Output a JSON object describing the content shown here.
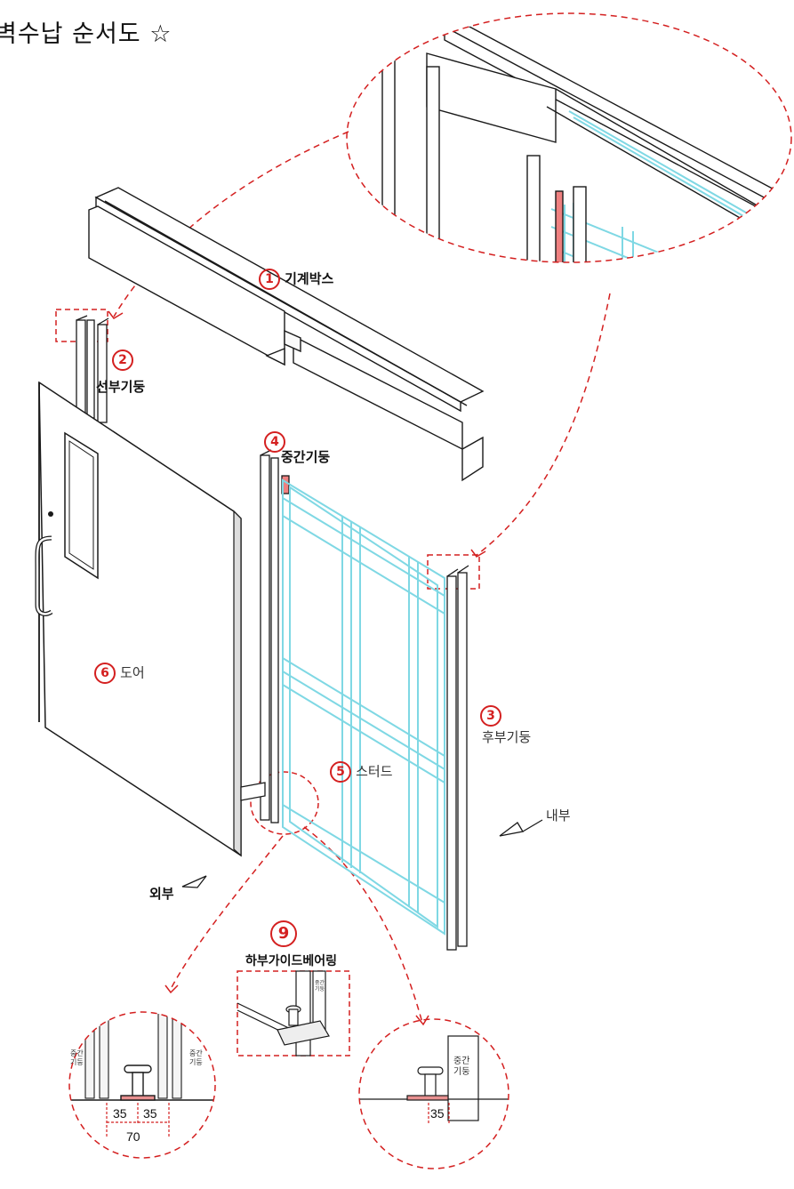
{
  "title": "벽수납 순서도 ☆",
  "parts": {
    "p1": {
      "num": "1",
      "name": "기계박스"
    },
    "p2": {
      "num": "2",
      "name": "선부기둥"
    },
    "p3": {
      "num": "3",
      "name": "후부기둥"
    },
    "p4": {
      "num": "4",
      "name": "중간기둥"
    },
    "p5": {
      "num": "5",
      "name": "스터드"
    },
    "p6": {
      "num": "6",
      "name": "도어"
    },
    "p9": {
      "num": "9",
      "name": "하부가이드베어링"
    }
  },
  "sides": {
    "outside": "외부",
    "inside": "내부"
  },
  "detail_left": {
    "post_label": "중간\n기둥",
    "dim_a": "35",
    "dim_b": "35",
    "dim_total": "70"
  },
  "detail_right": {
    "post_label": "중간\n기둥",
    "dim": "35"
  },
  "detail_center": {
    "post_label": "중간\n기둥"
  },
  "colors": {
    "stud": "#7fd8e4",
    "callout": "#d42020",
    "line": "#1a1a1a"
  }
}
